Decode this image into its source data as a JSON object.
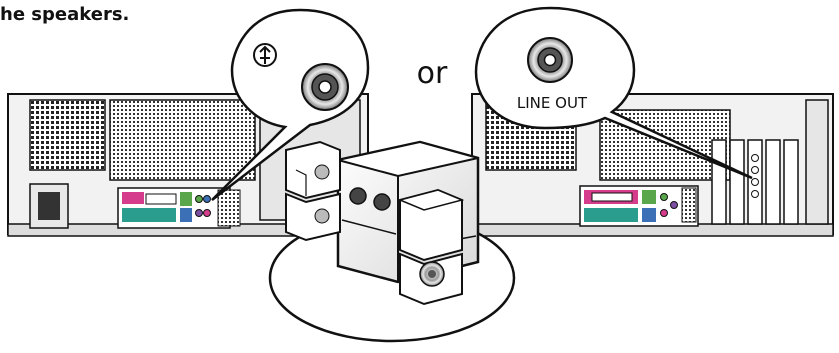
{
  "caption": "he speakers.",
  "choice_word": "or",
  "line_out_label": "LINE OUT",
  "icons": {
    "headphone_jack": "headphone-jack-icon",
    "line_out_jack": "audio-jack-icon"
  },
  "colors": {
    "port_pink": "#d63c8c",
    "port_teal": "#2a9d8f",
    "port_green": "#5aa64a",
    "port_blue": "#3b6fb6",
    "port_purple": "#7d4fa3",
    "line_art": "#111111"
  }
}
